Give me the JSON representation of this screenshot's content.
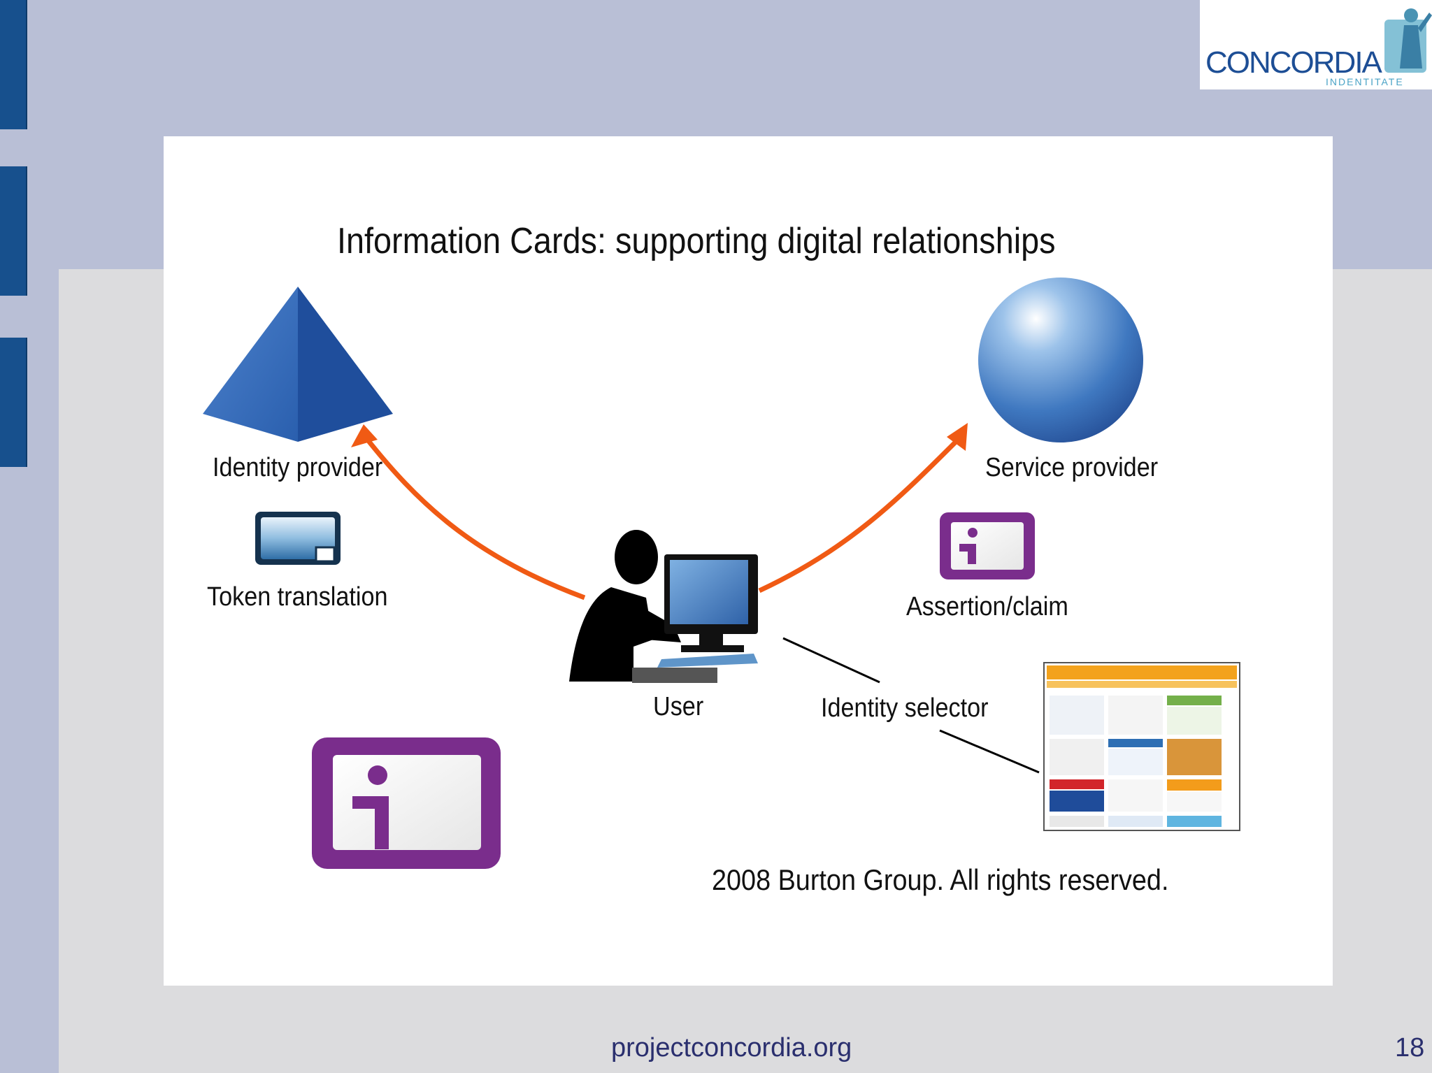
{
  "slide": {
    "title": "Information Cards: supporting digital relationships",
    "labels": {
      "identity_provider": "Identity provider",
      "token_translation": "Token translation",
      "service_provider": "Service provider",
      "assertion_claim": "Assertion/claim",
      "user": "User",
      "identity_selector": "Identity selector"
    },
    "copyright": "2008 Burton Group. All rights reserved."
  },
  "logo": {
    "name": "CONCORDIA",
    "subtitle": "INDENTITATE"
  },
  "footer": {
    "url": "projectconcordia.org",
    "page_number": "18"
  },
  "icons": [
    "pyramid-icon",
    "sphere-icon",
    "token-card-icon",
    "info-card-icon",
    "user-at-computer-icon",
    "identity-selector-screenshot"
  ],
  "colors": {
    "arrow": "#f05a14",
    "info_card_purple": "#7a2d8c",
    "pyramid_blue": "#2a5fae",
    "footer_text": "#2a2f6e",
    "side_bar": "#17508d"
  }
}
